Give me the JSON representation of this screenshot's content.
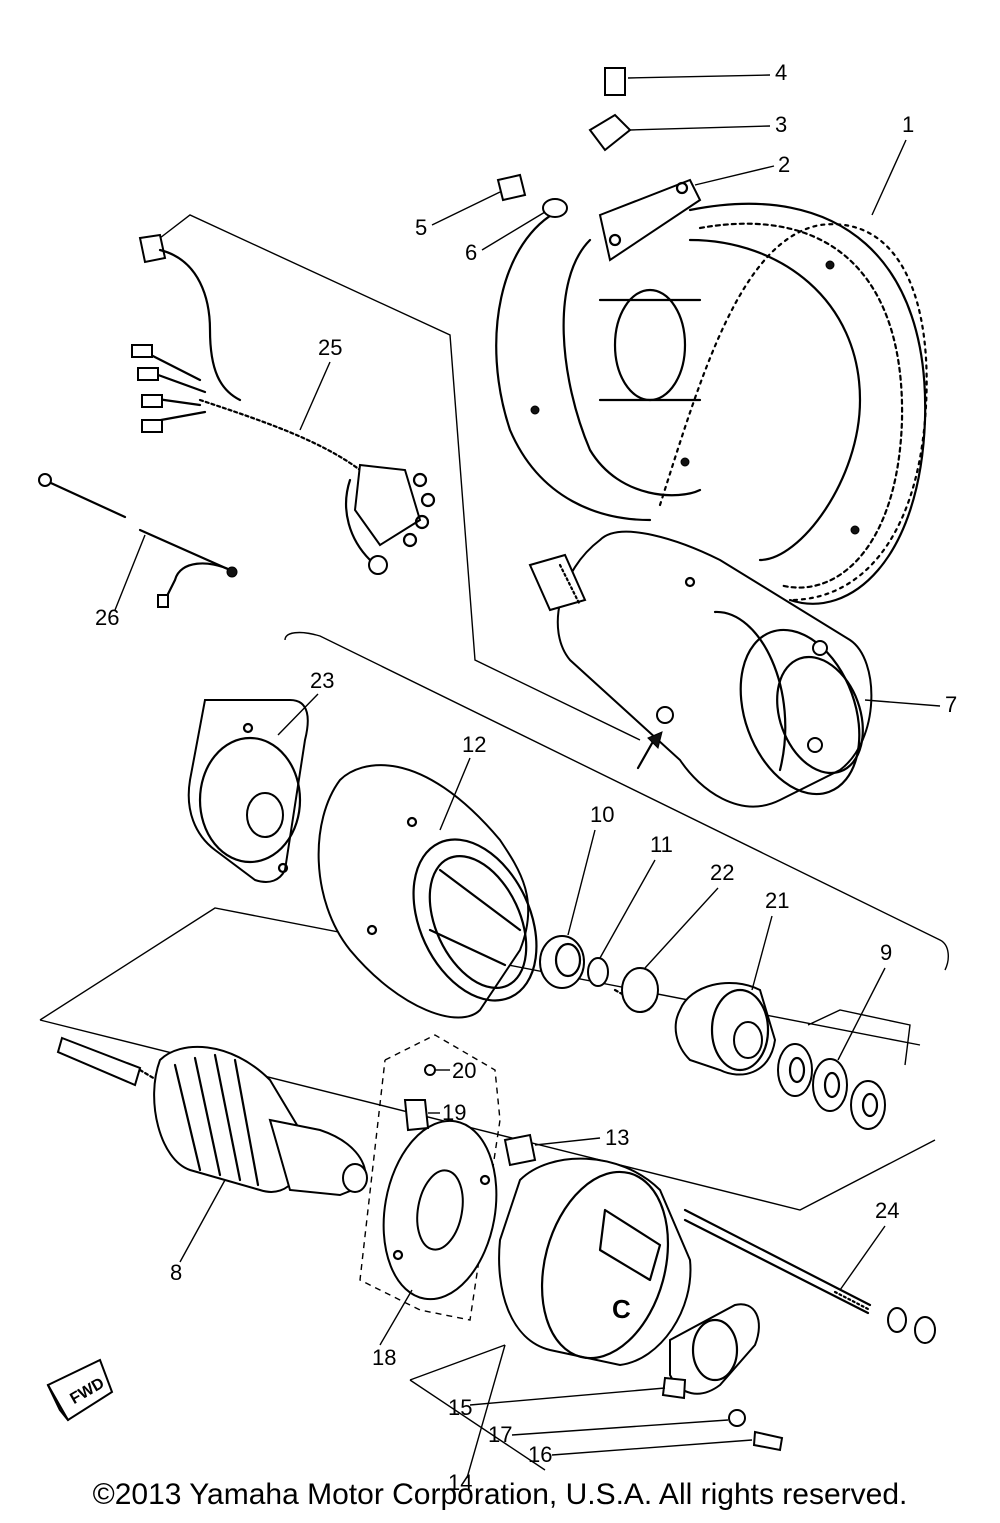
{
  "callouts": [
    "1",
    "2",
    "3",
    "4",
    "5",
    "6",
    "7",
    "8",
    "9",
    "10",
    "11",
    "12",
    "13",
    "14",
    "15",
    "16",
    "17",
    "18",
    "19",
    "20",
    "21",
    "22",
    "23",
    "24",
    "25",
    "26"
  ],
  "fwd_label": "FWD",
  "copyright": "©2013 Yamaha Motor Corporation, U.S.A. All rights reserved."
}
